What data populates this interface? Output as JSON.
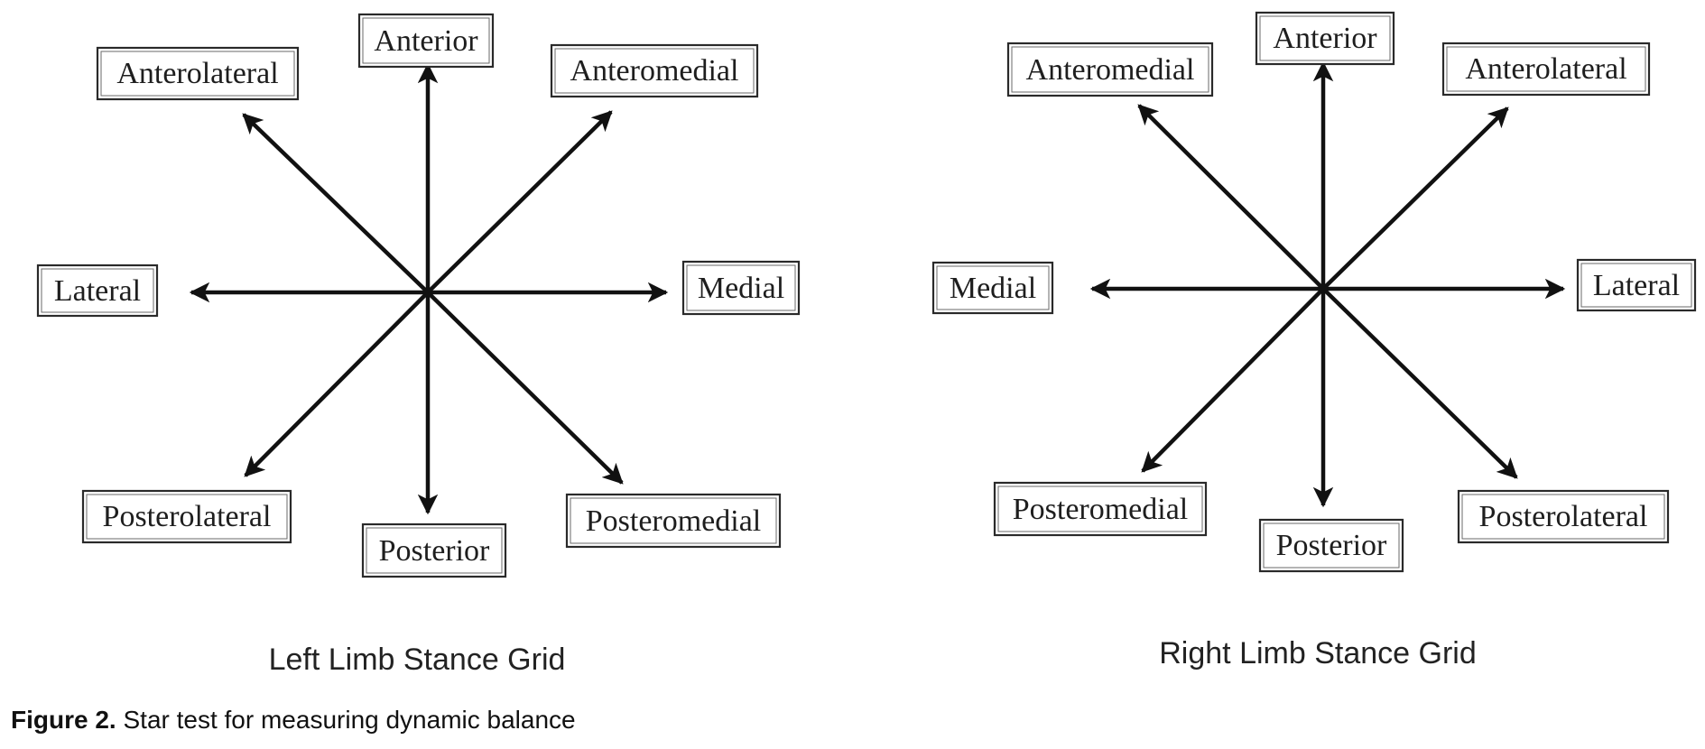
{
  "left_grid": {
    "title": "Left Limb Stance Grid",
    "labels": {
      "anterior": "Anterior",
      "anterior_left": "Anterolateral",
      "anterior_right": "Anteromedial",
      "left": "Lateral",
      "right": "Medial",
      "posterior_left": "Posterolateral",
      "posterior": "Posterior",
      "posterior_right": "Posteromedial"
    }
  },
  "right_grid": {
    "title": "Right Limb Stance Grid",
    "labels": {
      "anterior": "Anterior",
      "anterior_left": "Anteromedial",
      "anterior_right": "Anterolateral",
      "left": "Medial",
      "right": "Lateral",
      "posterior_left": "Posteromedial",
      "posterior": "Posterior",
      "posterior_right": "Posterolateral"
    }
  },
  "caption": {
    "label": "Figure 2.",
    "text": " Star test for measuring dynamic balance"
  }
}
